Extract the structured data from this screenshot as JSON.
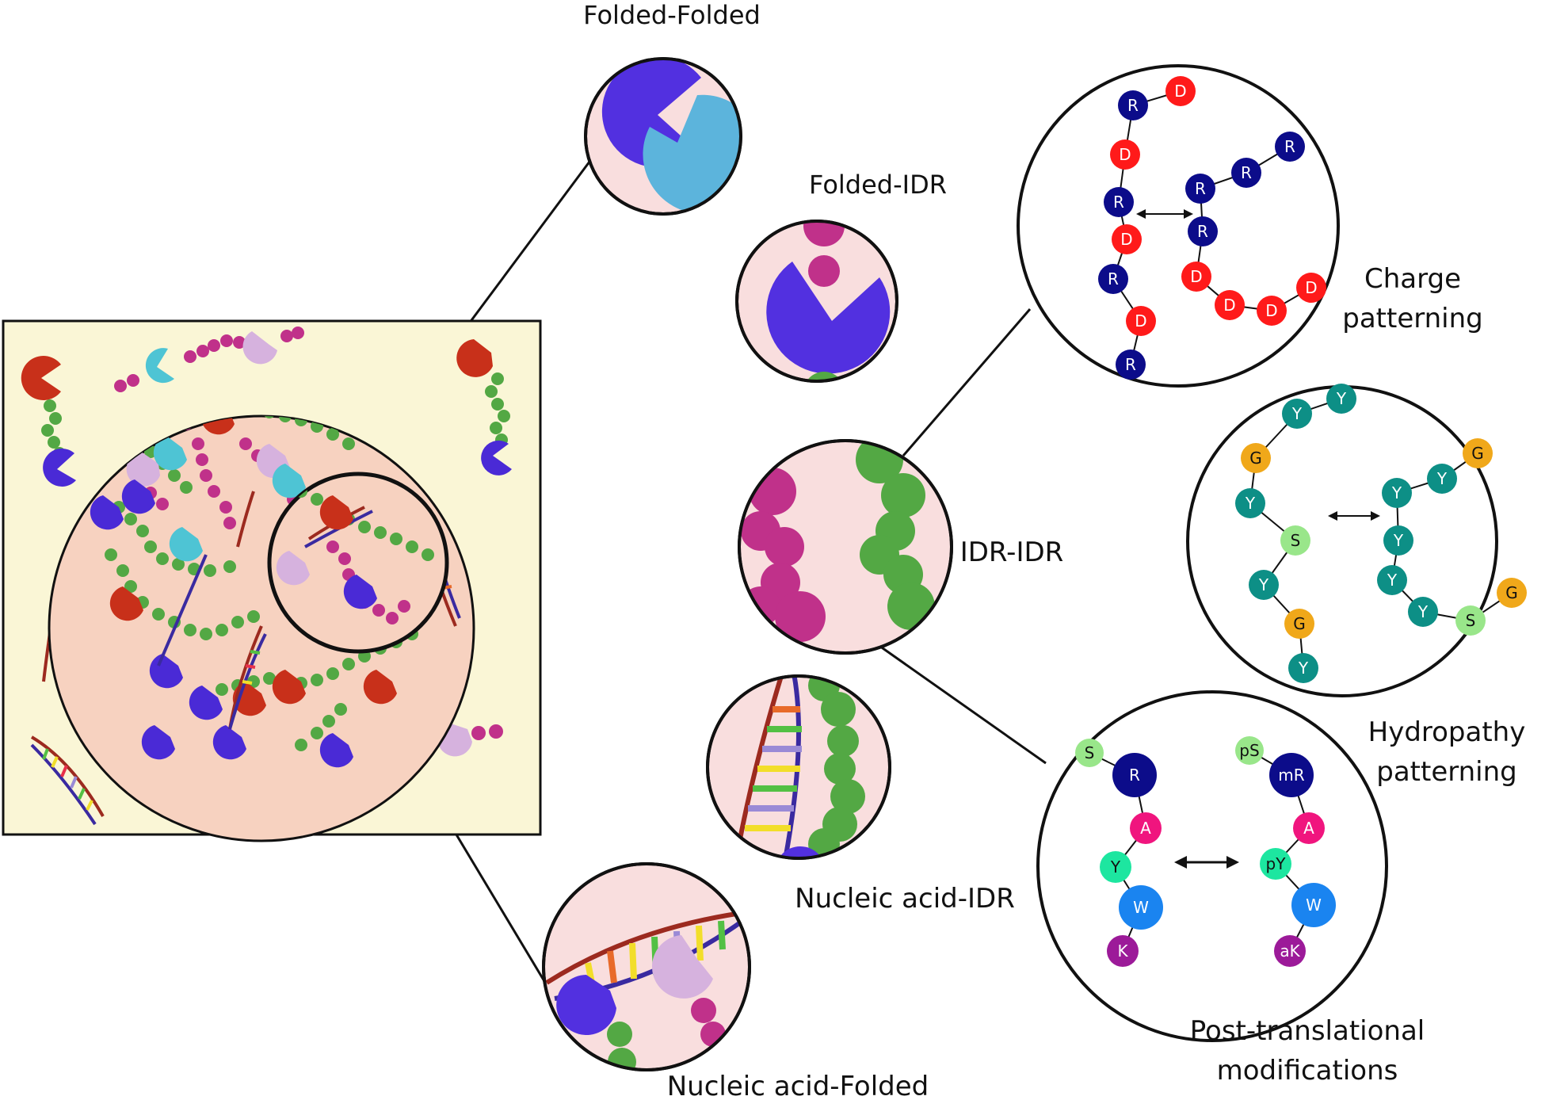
{
  "labels": {
    "folded_folded": "Folded-Folded",
    "folded_idr": "Folded-IDR",
    "idr_idr": "IDR-IDR",
    "nucleic_idr": "Nucleic acid-IDR",
    "nucleic_folded": "Nucleic acid-Folded",
    "charge_1": "Charge",
    "charge_2": "patterning",
    "hydro_1": "Hydropathy",
    "hydro_2": "patterning",
    "ptm_1": "Post-translational",
    "ptm_2": "modifications"
  },
  "charge_residues": [
    {
      "t": "R",
      "c": "#0c0c8a"
    },
    {
      "t": "D",
      "c": "#ff1a1a"
    },
    {
      "t": "D",
      "c": "#ff1a1a"
    },
    {
      "t": "R",
      "c": "#0c0c8a"
    },
    {
      "t": "D",
      "c": "#ff1a1a"
    },
    {
      "t": "R",
      "c": "#0c0c8a"
    },
    {
      "t": "D",
      "c": "#ff1a1a"
    },
    {
      "t": "R",
      "c": "#0c0c8a"
    },
    {
      "t": "R",
      "c": "#0c0c8a"
    },
    {
      "t": "R",
      "c": "#0c0c8a"
    },
    {
      "t": "R",
      "c": "#0c0c8a"
    },
    {
      "t": "R",
      "c": "#0c0c8a"
    },
    {
      "t": "D",
      "c": "#ff1a1a"
    },
    {
      "t": "D",
      "c": "#ff1a1a"
    },
    {
      "t": "D",
      "c": "#ff1a1a"
    },
    {
      "t": "D",
      "c": "#ff1a1a"
    }
  ],
  "hydro_residues": [
    {
      "t": "Y",
      "c": "#0d8f86"
    },
    {
      "t": "Y",
      "c": "#0d8f86"
    },
    {
      "t": "G",
      "c": "#f0a81a"
    },
    {
      "t": "Y",
      "c": "#0d8f86"
    },
    {
      "t": "S",
      "c": "#99e68a"
    },
    {
      "t": "Y",
      "c": "#0d8f86"
    },
    {
      "t": "G",
      "c": "#f0a81a"
    },
    {
      "t": "Y",
      "c": "#0d8f86"
    },
    {
      "t": "G",
      "c": "#f0a81a"
    },
    {
      "t": "Y",
      "c": "#0d8f86"
    },
    {
      "t": "Y",
      "c": "#0d8f86"
    },
    {
      "t": "Y",
      "c": "#0d8f86"
    },
    {
      "t": "Y",
      "c": "#0d8f86"
    },
    {
      "t": "Y",
      "c": "#0d8f86"
    },
    {
      "t": "S",
      "c": "#99e68a"
    },
    {
      "t": "G",
      "c": "#f0a81a"
    }
  ],
  "ptm_residues": [
    {
      "t": "S",
      "c": "#99e68a"
    },
    {
      "t": "R",
      "c": "#0c0c8a"
    },
    {
      "t": "A",
      "c": "#f0157e"
    },
    {
      "t": "Y",
      "c": "#1de6a0"
    },
    {
      "t": "W",
      "c": "#1a84f0"
    },
    {
      "t": "K",
      "c": "#9c1a99"
    },
    {
      "t": "pS",
      "c": "#99e68a"
    },
    {
      "t": "mR",
      "c": "#0c0c8a"
    },
    {
      "t": "A",
      "c": "#f0157e"
    },
    {
      "t": "pY",
      "c": "#1de6a0"
    },
    {
      "t": "W",
      "c": "#1a84f0"
    },
    {
      "t": "aK",
      "c": "#9c1a99"
    }
  ],
  "colors": {
    "condensate_bg": "#faf6d6",
    "droplet": "#f7d2c0",
    "zoom_bg": "#f9dede",
    "folded_purple": "#5230e0",
    "folded_cyan": "#5cb4dc",
    "folded_red": "#c8301a",
    "idr_magenta": "#c0318a",
    "idr_green": "#53a844",
    "dna_red": "#9c2a1f",
    "dna_blue": "#3a2aa0"
  }
}
